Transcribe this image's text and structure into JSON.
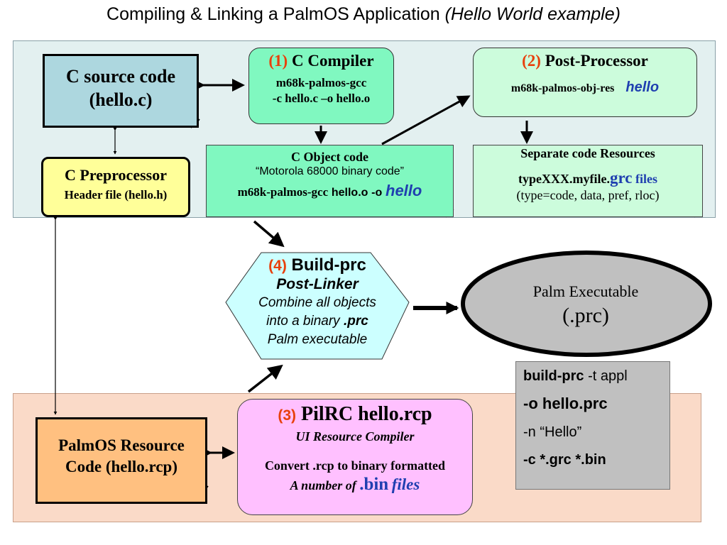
{
  "title": {
    "main": "Compiling & Linking a PalmOS Application",
    "sub": "(Hello World example)"
  },
  "source": {
    "line1": "C source code",
    "line2": "(hello.c)"
  },
  "preprocessor": {
    "title": "C Preprocessor",
    "sub": "Header file (hello.h)"
  },
  "compiler": {
    "num": "(1)",
    "title": "C Compiler",
    "cmd1": "m68k-palmos-gcc",
    "cmd2": "-c hello.c –o hello.o"
  },
  "postprocessor": {
    "num": "(2)",
    "title": "Post-Processor",
    "cmd": "m68k-palmos-obj-res",
    "arg": "hello"
  },
  "object_code": {
    "title": "C Object code",
    "quote": "“Motorola 68000 binary code”",
    "cmd": "m68k-palmos-gcc",
    "file": "hello.o",
    "flag": "-o",
    "arg": "hello"
  },
  "resources": {
    "title": "Separate code Resources",
    "prefix": "typeXXX.myfile.",
    "ext": "grc",
    "suffix": "files",
    "types": "(type=code, data, pref, rloc)"
  },
  "buildprc": {
    "num": "(4)",
    "title": "Build-prc",
    "subtitle": "Post-Linker",
    "l1": "Combine all objects",
    "l2a": "into a binary ",
    "l2b": ".prc",
    "l3": "Palm executable"
  },
  "executable": {
    "line1": "Palm Executable",
    "line2": "(.prc)"
  },
  "command": {
    "l1a": "build-prc",
    "l1b": "-t appl",
    "l2": "-o hello.prc",
    "l3": "-n “Hello”",
    "l4": "-c  *.grc  *.bin"
  },
  "rcp": {
    "line1": "PalmOS Resource",
    "line2": "Code (hello.rcp)"
  },
  "pilrc": {
    "num": "(3)",
    "title": "PilRC  hello.rcp",
    "subtitle": "UI Resource Compiler",
    "l1": "Convert .rcp to binary formatted",
    "l2a": "A number of ",
    "l2b": ".bin",
    "l2c": "files"
  }
}
